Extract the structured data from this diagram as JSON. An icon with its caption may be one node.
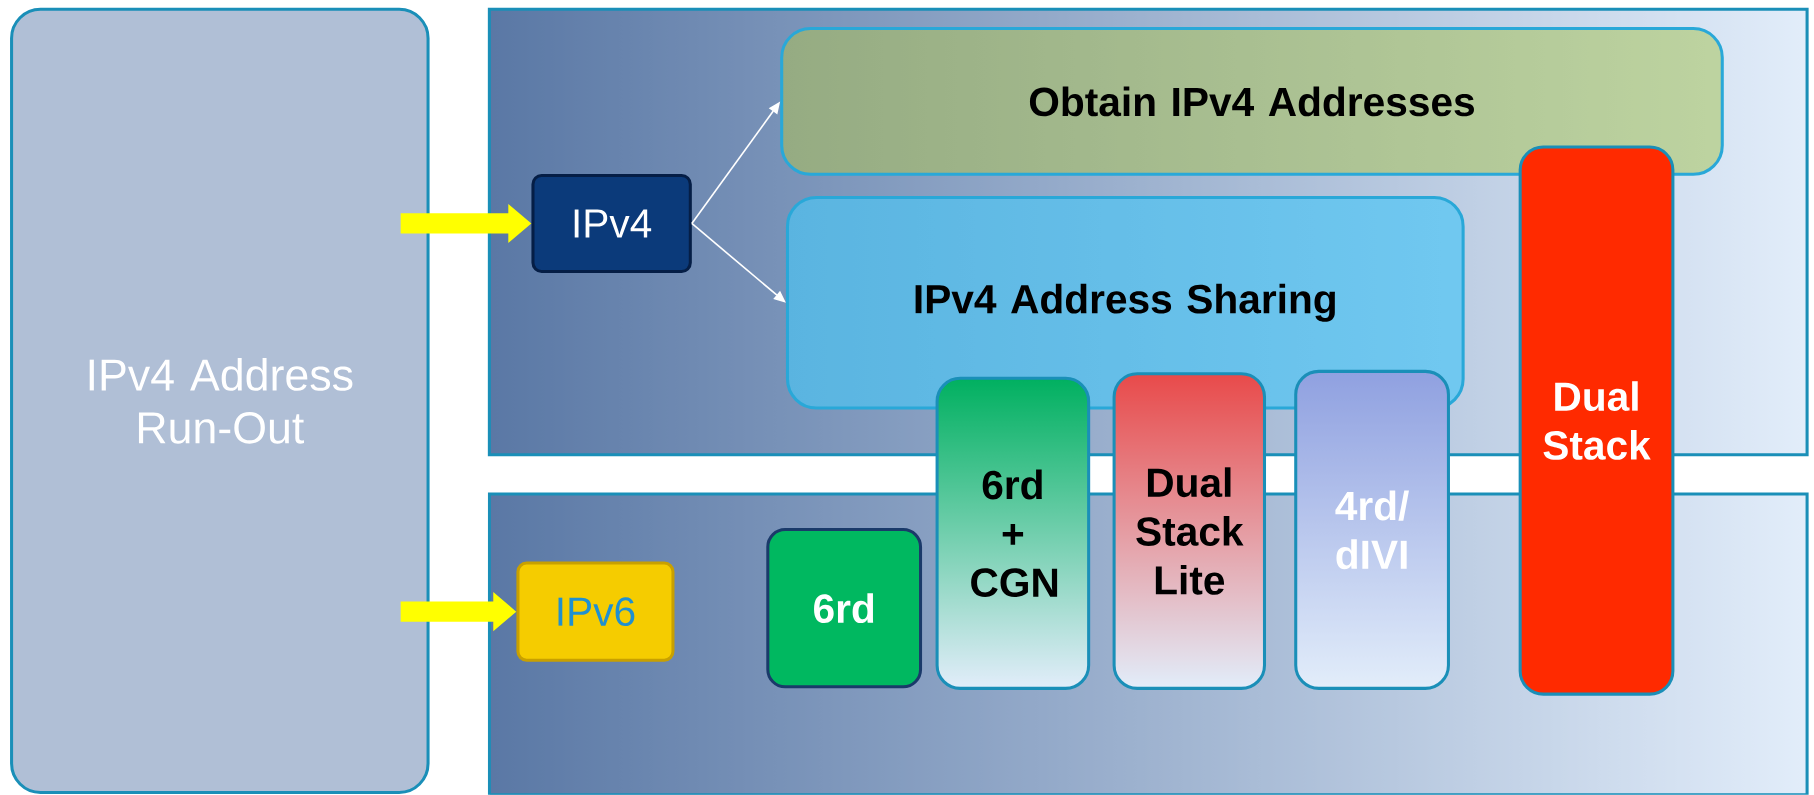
{
  "diagram": {
    "nodes": [
      {
        "text": [
          "IPv4 Address Run-Out"
        ]
      },
      {
        "text": [],
        "shape": "box"
      },
      {
        "text": [],
        "shape": "box"
      },
      {
        "text": [
          "IPv4"
        ],
        "in": 1
      },
      {
        "text": [
          "Obtain IPv4 Addresses"
        ],
        "in": 1
      },
      {
        "text": [
          "IPv4 Address Sharing"
        ],
        "in": 1
      },
      {
        "text": [
          "IPv6"
        ],
        "in": 2
      },
      {
        "text": [
          "6rd"
        ],
        "in": 2
      },
      {
        "text": [
          "6rd + CGN"
        ]
      },
      {
        "text": [
          "Dual Stack Lite"
        ]
      },
      {
        "text": [
          "4rd/ dIVI"
        ]
      },
      {
        "text": [
          "Dual Stack"
        ]
      }
    ],
    "edges": [
      {
        "from": 0,
        "to": 3,
        "arrow": "to",
        "style": "thick",
        "color": "#ffff00"
      },
      {
        "from": 0,
        "to": 6,
        "arrow": "to",
        "style": "thick",
        "color": "#ffff00"
      },
      {
        "from": 3,
        "to": 4,
        "arrow": "to",
        "color": "#ffffff"
      },
      {
        "from": 3,
        "to": 5,
        "arrow": "to",
        "color": "#ffffff"
      }
    ]
  }
}
